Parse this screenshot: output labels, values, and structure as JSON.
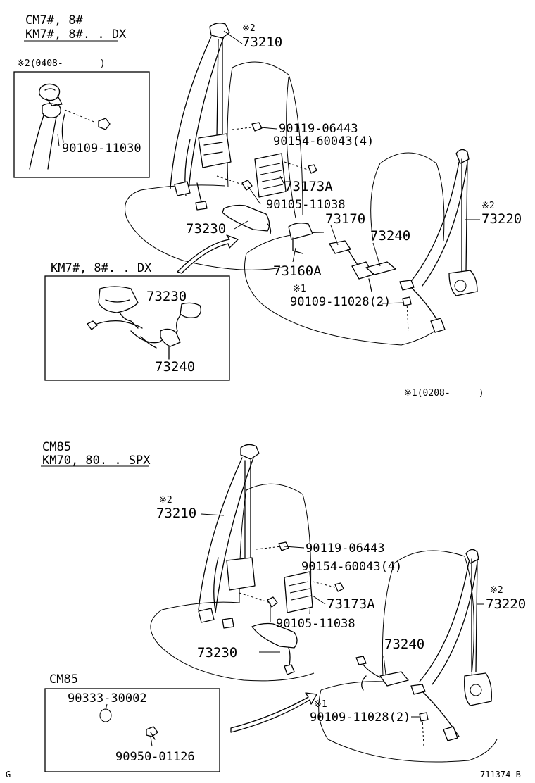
{
  "top": {
    "model_line1": "CM7#, 8#",
    "model_line2": "KM7#, 8#. . DX",
    "inset_note_left": {
      "mark": "※2",
      "range": "(0408-",
      "close": ")"
    },
    "inset_left_part": "90109-11030",
    "inset_right_title": "KM7#, 8#. . DX",
    "inset_right_parts": {
      "part_a": "73230",
      "part_b": "73240"
    },
    "parts": {
      "p73210": "73210",
      "p73210_mark": "※2",
      "p90119": "90119-06443",
      "p90154": "90154-60043(4)",
      "p73173A": "73173A",
      "p90105": "90105-11038",
      "p73230": "73230",
      "p73170": "73170",
      "p73240": "73240",
      "p73160A": "73160A",
      "p90109_mark": "※1",
      "p90109": "90109-11028(2)",
      "p73220_mark": "※2",
      "p73220": "73220"
    },
    "note_bottom_right": {
      "mark": "※1",
      "range": "(0208-",
      "close": ")"
    }
  },
  "bottom": {
    "model_line1": "CM85",
    "model_line2": "KM70, 80. . SPX",
    "parts": {
      "p73210_mark": "※2",
      "p73210": "73210",
      "p90119": "90119-06443",
      "p90154": "90154-60043(4)",
      "p73173A": "73173A",
      "p90105": "90105-11038",
      "p73230": "73230",
      "p73240": "73240",
      "p90109_mark": "※1",
      "p90109": "90109-11028(2)",
      "p73220_mark": "※2",
      "p73220": "73220"
    },
    "inset_title": "CM85",
    "inset_parts": {
      "part_a": "90333-30002",
      "part_b": "90950-01126"
    }
  },
  "footer": {
    "left_code": "G",
    "diagram_id": "711374-B"
  }
}
